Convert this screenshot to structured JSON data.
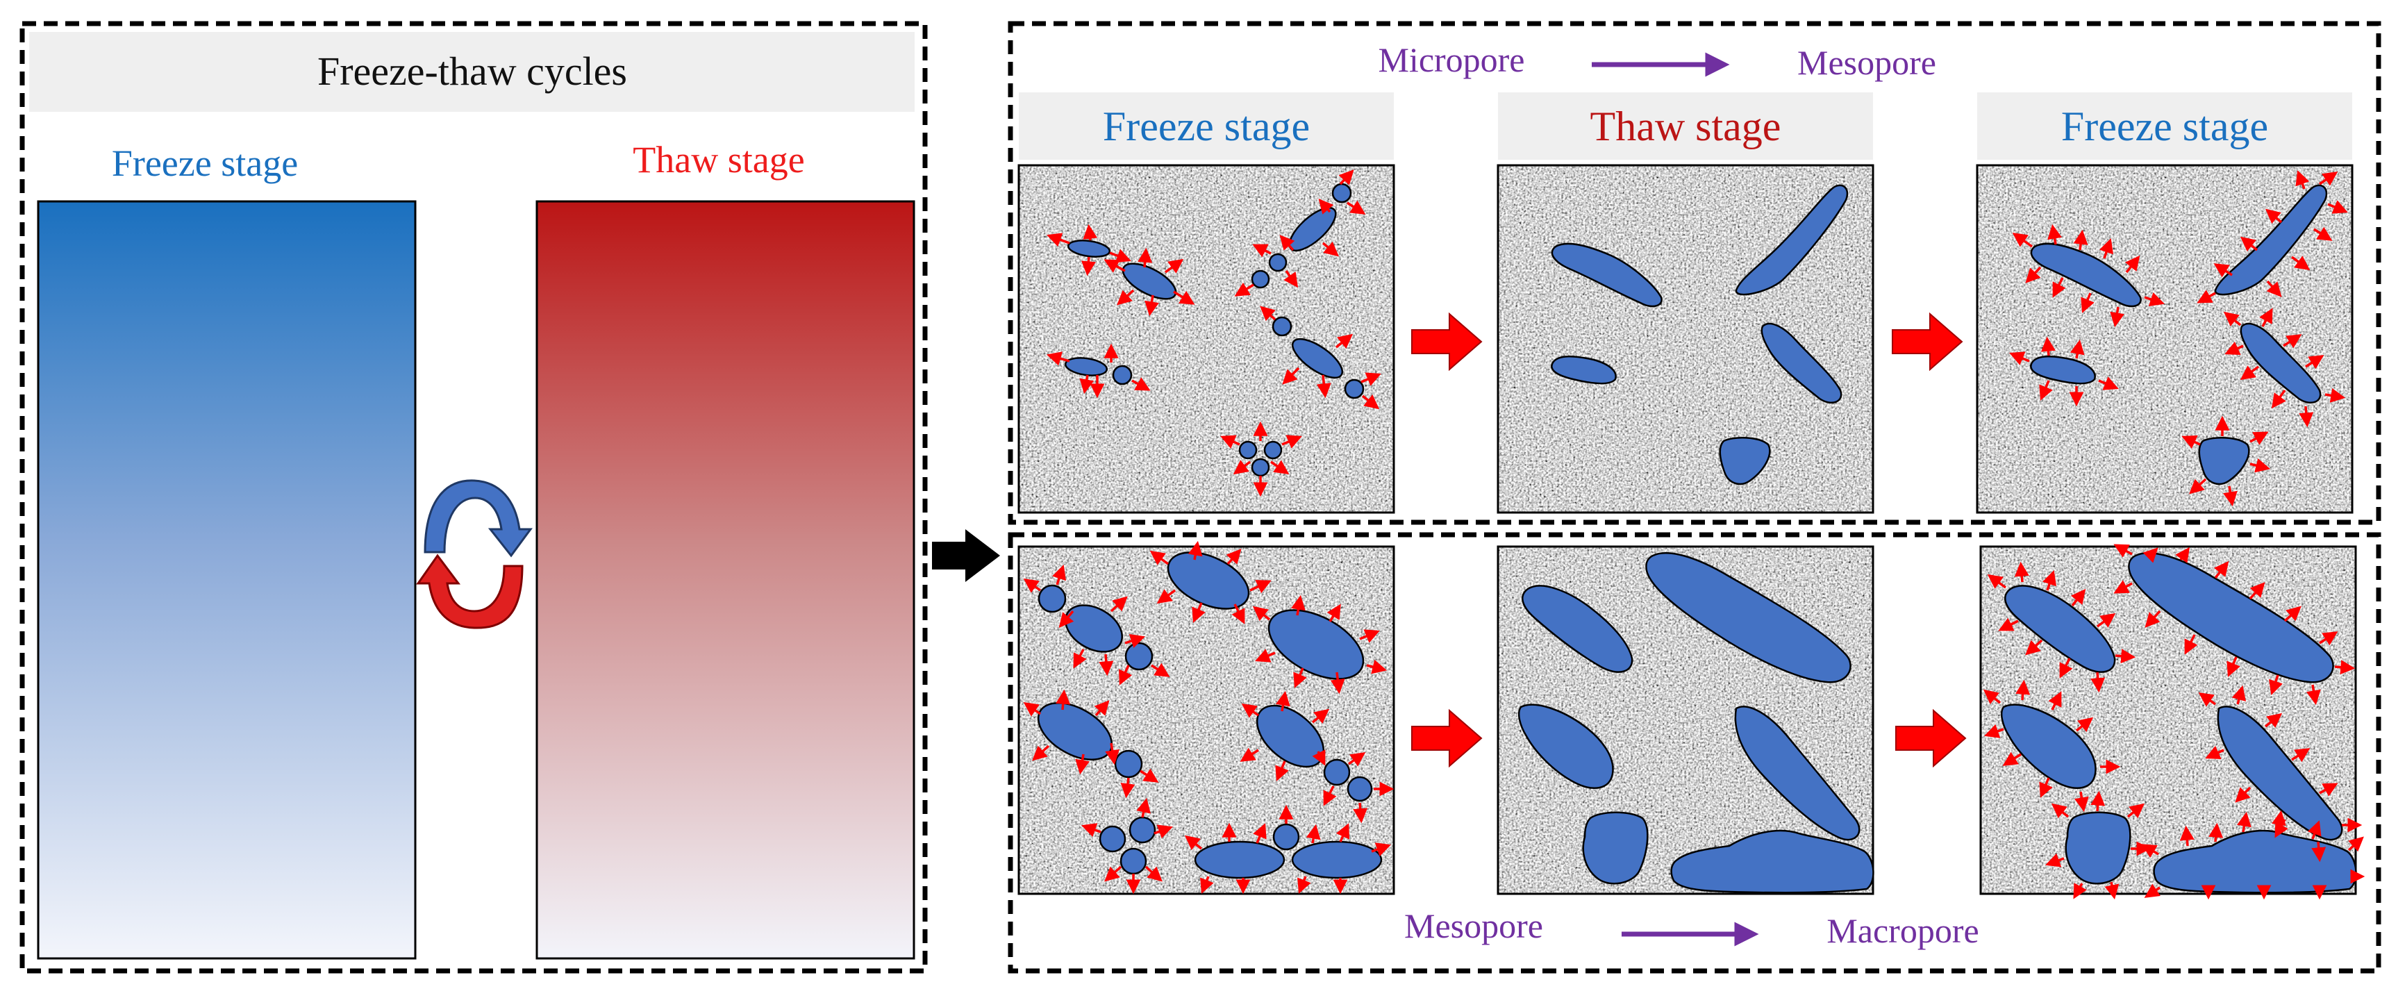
{
  "left_panel": {
    "title": "Freeze-thaw cycles",
    "freeze_label": "Freeze stage",
    "thaw_label": "Thaw stage"
  },
  "right_top": {
    "from_label": "Micropore",
    "to_label": "Mesopore",
    "stage_labels": [
      "Freeze stage",
      "Thaw stage",
      "Freeze stage"
    ]
  },
  "right_bottom": {
    "from_label": "Mesopore",
    "to_label": "Macropore"
  },
  "colors": {
    "freeze_blue": "#1a70bf",
    "thaw_red": "#bb1515",
    "pore_blue": "#4472c4",
    "arrow_red": "#ff0000",
    "purple": "#7030a0",
    "header_gray": "#efefef"
  }
}
